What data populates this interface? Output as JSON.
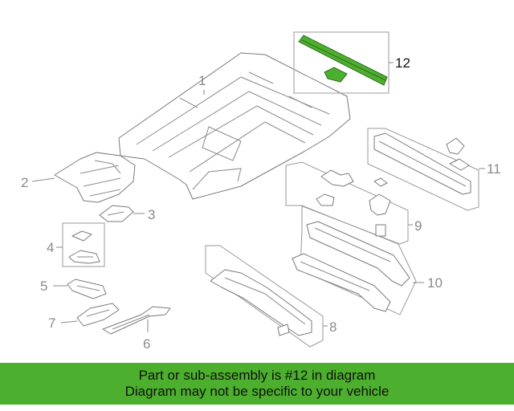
{
  "colors": {
    "highlight": "#4caf2e",
    "banner": "#4caf2e",
    "line": "#8a8a8a",
    "text_dark": "#111111"
  },
  "callouts": [
    {
      "number": "1",
      "highlighted": false
    },
    {
      "number": "2",
      "highlighted": false
    },
    {
      "number": "3",
      "highlighted": false
    },
    {
      "number": "4",
      "highlighted": false
    },
    {
      "number": "5",
      "highlighted": false
    },
    {
      "number": "6",
      "highlighted": false
    },
    {
      "number": "7",
      "highlighted": false
    },
    {
      "number": "8",
      "highlighted": false
    },
    {
      "number": "9",
      "highlighted": false
    },
    {
      "number": "10",
      "highlighted": false
    },
    {
      "number": "11",
      "highlighted": false
    },
    {
      "number": "12",
      "highlighted": true
    }
  ],
  "banner": {
    "line1": "Part or sub-assembly is #12 in diagram",
    "line2": "Diagram may not be specific to your vehicle"
  }
}
